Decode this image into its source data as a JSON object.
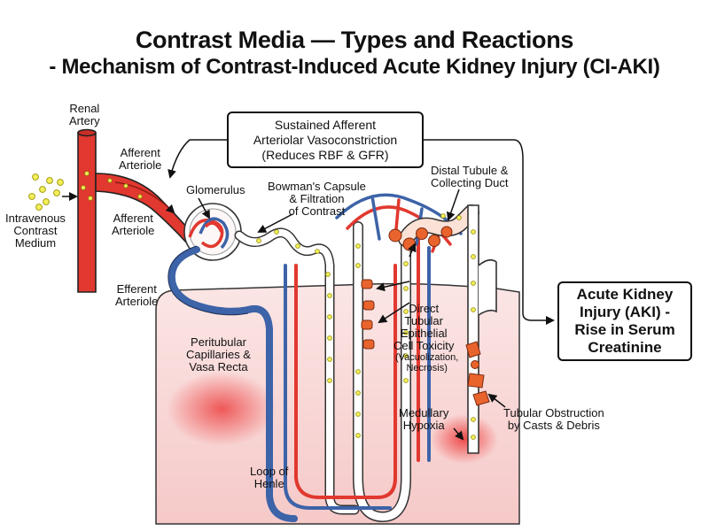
{
  "title": {
    "line1": "Contrast Media — Types and Reactions",
    "line2": "- Mechanism of Contrast-Induced Acute Kidney Injury (CI-AKI)"
  },
  "boxes": {
    "vasoconstriction": [
      "Sustained Afferent",
      "Arteriolar Vasoconstriction",
      "(Reduces RBF & GFR)"
    ],
    "aki": [
      "Acute Kidney",
      "Injury (AKI) -",
      "Rise in Serum",
      "Creatinine"
    ]
  },
  "labels": {
    "renal_artery": [
      "Renal",
      "Artery"
    ],
    "afferent_top": [
      "Afferent",
      "Arteriole"
    ],
    "iv_contrast": [
      "Intravenous",
      "Contrast",
      "Medium"
    ],
    "afferent_bottom": [
      "Afferent",
      "Arteriole"
    ],
    "glomerulus": "Glomerulus",
    "bowmans": [
      "Bowman's Capsule",
      "& Filtration",
      "of Contrast"
    ],
    "distal": [
      "Distal Tubule &",
      "Collecting Duct"
    ],
    "efferent": [
      "Efferent",
      "Arteriole"
    ],
    "toxicity": [
      "Direct",
      "Tubular",
      "Epithelial",
      "Cell Toxicity"
    ],
    "toxicity_sub": [
      "(Vacuolization,",
      "Necrosis)"
    ],
    "peritubular": [
      "Peritubular",
      "Capillaries &",
      "Vasa Recta"
    ],
    "hypoxia": [
      "Medullary",
      "Hypoxia"
    ],
    "obstruction": [
      "Tubular Obstruction",
      "by Casts & Debris"
    ],
    "loop": [
      "Loop of",
      "Henle"
    ]
  },
  "colors": {
    "artery_red": "#e1382f",
    "vein_blue": "#3d63a8",
    "contrast_yellow": "#f3ee5a",
    "cell_orange": "#e9642c",
    "medulla_pink": "#f7d0cf"
  }
}
